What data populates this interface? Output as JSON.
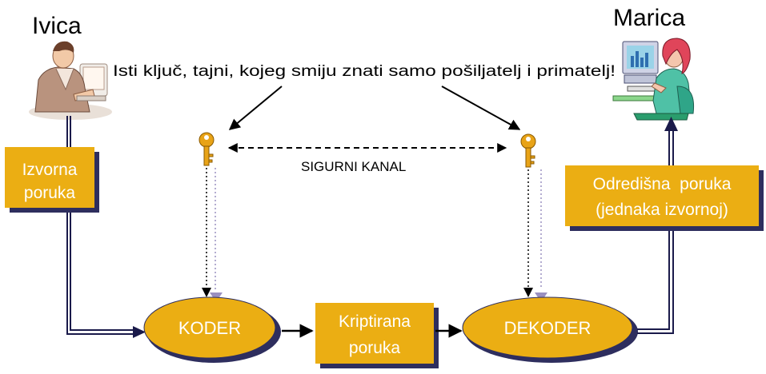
{
  "sender": {
    "name": "Ivica"
  },
  "receiver": {
    "name": "Marica"
  },
  "note": "Isti ključ, tajni, kojeg smiju znati samo pošiljatelj  i primatelj!",
  "channel_label": "SIGURNI KANAL",
  "boxes": {
    "source": {
      "line1": "Izvorna",
      "line2": "poruka"
    },
    "destination": {
      "line1": "Odredišna  poruka",
      "line2": "(jednaka izvornoj)"
    },
    "encrypted": {
      "line1": "Kriptirana",
      "line2": "poruka"
    }
  },
  "nodes": {
    "encoder": "KODER",
    "decoder": "DEKODER"
  },
  "colors": {
    "box_fill": "#EBAE13",
    "box_shadow": "#2E2E5E",
    "line": "#1A1A4A",
    "key": "#E8A317"
  },
  "icons": [
    "businessman-at-computer-icon",
    "woman-at-computer-icon",
    "key-icon"
  ]
}
